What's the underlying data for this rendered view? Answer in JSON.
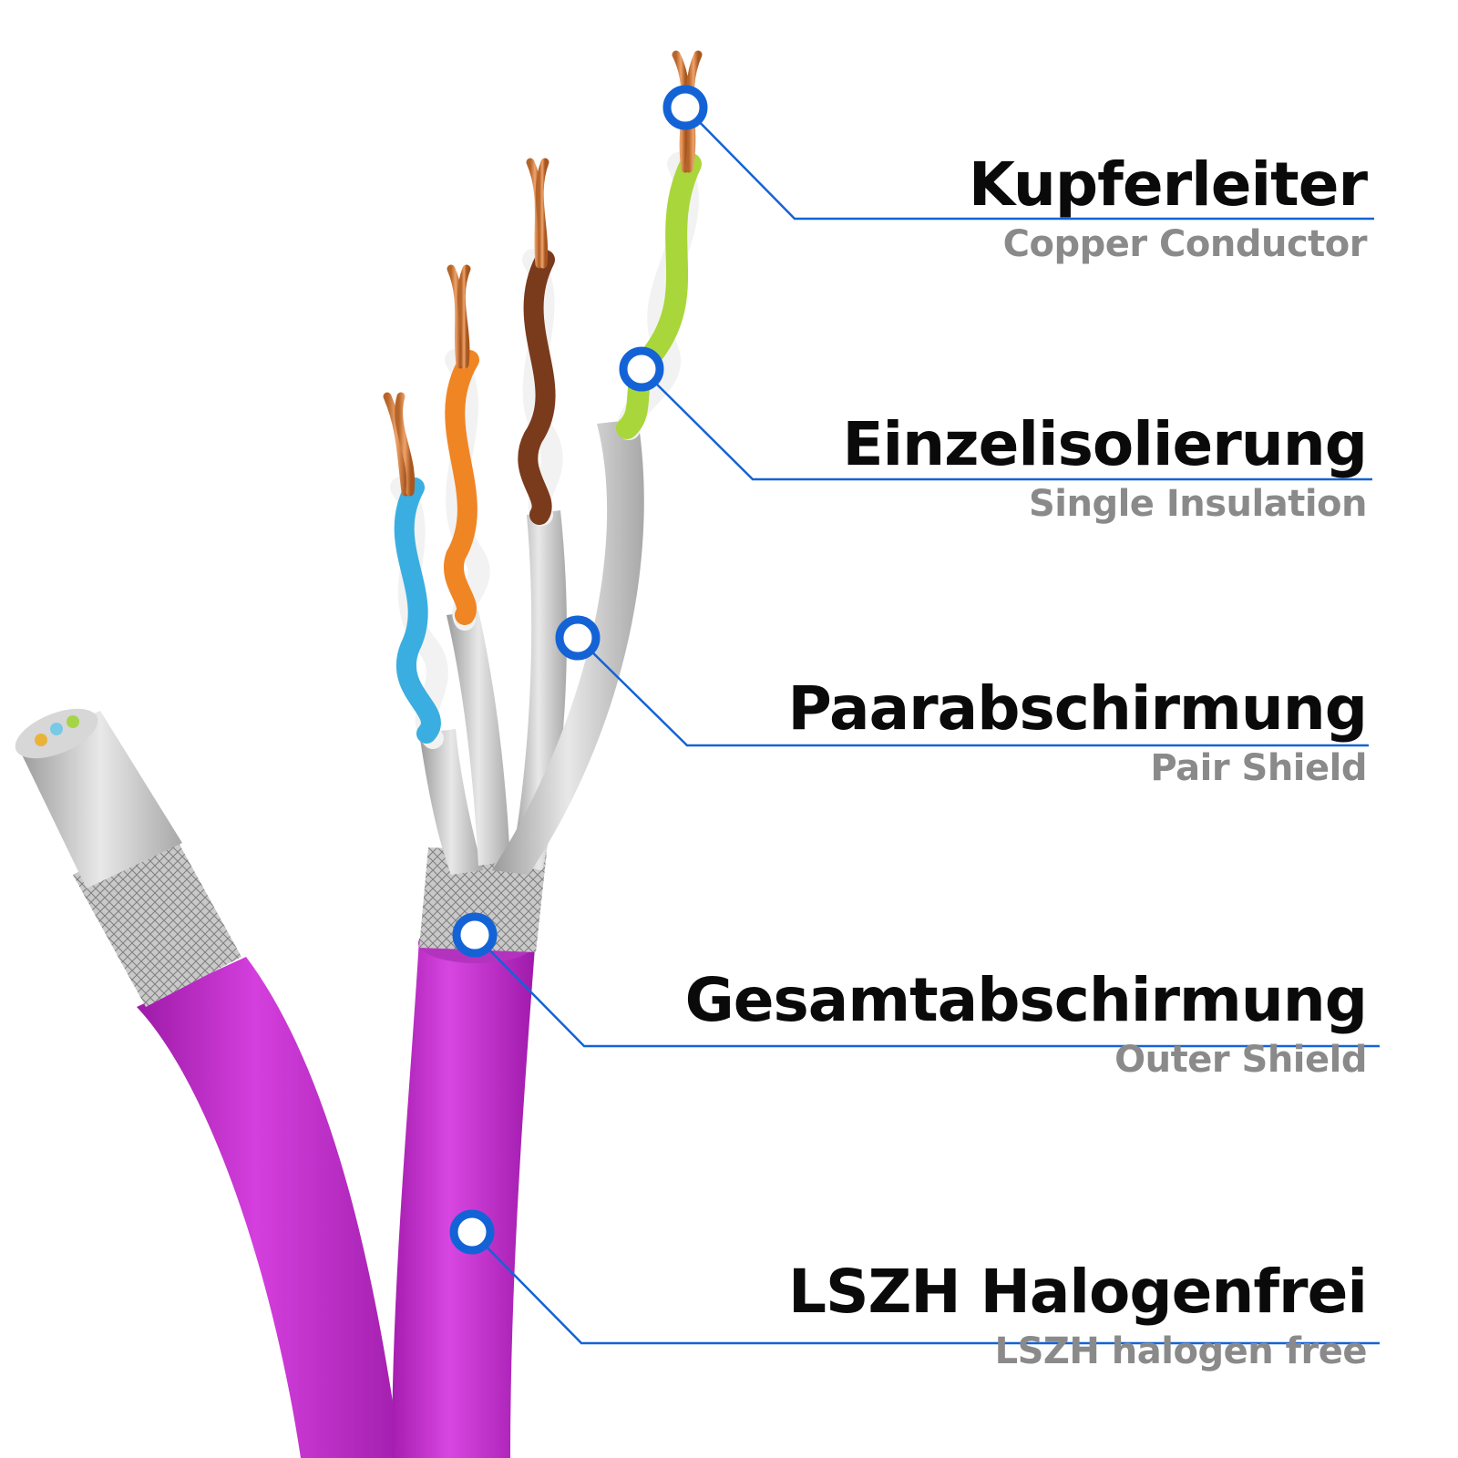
{
  "accent_color": "#1463d6",
  "cable_color": "#c72bd0",
  "callouts": [
    {
      "title": "Kupferleiter",
      "subtitle": "Copper Conductor"
    },
    {
      "title": "Einzelisolierung",
      "subtitle": "Single Insulation"
    },
    {
      "title": "Paarabschirmung",
      "subtitle": "Pair Shield"
    },
    {
      "title": "Gesamtabschirmung",
      "subtitle": "Outer Shield"
    },
    {
      "title": "LSZH Halogenfrei",
      "subtitle": "LSZH halogen free"
    }
  ]
}
